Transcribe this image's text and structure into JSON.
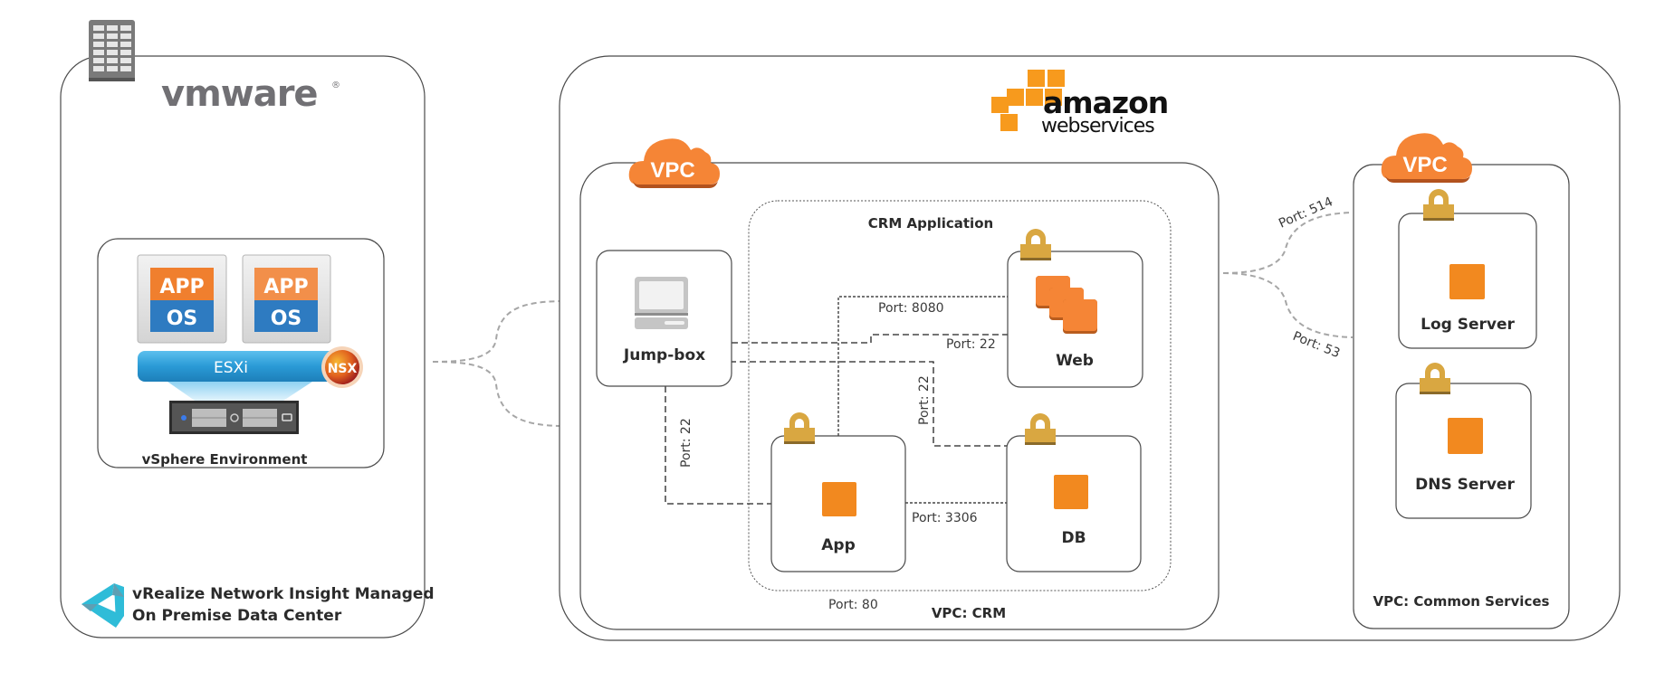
{
  "on_premise": {
    "logo": "vmware",
    "logo_registered": "®",
    "building_icon": "building-icon",
    "vsphere": {
      "label": "vSphere Environment",
      "vms": [
        {
          "app": "APP",
          "os": "OS"
        },
        {
          "app": "APP",
          "os": "OS"
        }
      ],
      "hypervisor": "ESXi",
      "nsx_badge": "NSX"
    },
    "footer_line1": "vRealize Network Insight Managed",
    "footer_line2": "On Premise Data Center"
  },
  "aws": {
    "logo_line1": "amazon",
    "logo_line2": "webservices",
    "vpc_crm": {
      "badge": "VPC",
      "label": "VPC: CRM",
      "app_group": "CRM Application",
      "nodes": {
        "jumpbox": "Jump-box",
        "web": "Web",
        "app": "App",
        "db": "DB"
      },
      "ports": {
        "app_to_web": "Port: 8080",
        "jump_to_web": "Port: 22",
        "jump_to_db": "Port: 22",
        "jump_to_app": "Port: 22",
        "app_to_db": "Port: 3306",
        "inbound_app": "Port: 80"
      }
    },
    "vpc_common": {
      "badge": "VPC",
      "label": "VPC: Common Services",
      "nodes": {
        "log": "Log Server",
        "dns": "DNS Server"
      }
    },
    "peering_ports": {
      "log": "Port: 514",
      "dns": "Port: 53"
    }
  },
  "colors": {
    "aws_orange": "#f58536",
    "instance_orange": "#f2891f",
    "lock_gold": "#d9a741",
    "vm_app_orange": "#f07f2e",
    "vm_os_blue": "#2e7bc1",
    "esxi_blue": "#2a9ad6",
    "vrni_teal": "#2fbcd8",
    "border": "#4a4a4a",
    "connector_grey": "#a6a6a6"
  }
}
